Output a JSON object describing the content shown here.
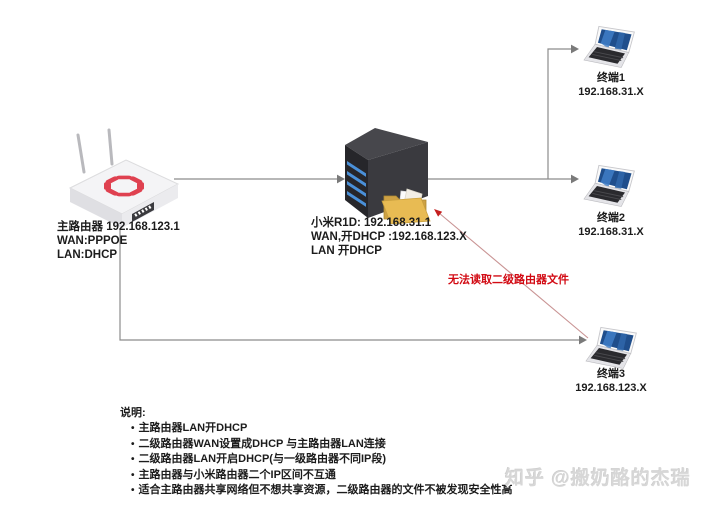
{
  "diagram": {
    "nodes": {
      "main_router": {
        "label_line1": "主路由器 192.168.123.1",
        "label_line2": "WAN:PPPOE",
        "label_line3": "LAN:DHCP"
      },
      "secondary_router": {
        "label_line1": "小米R1D: 192.168.31.1",
        "label_line2": "WAN,开DHCP :192.168.123.X",
        "label_line3": "LAN 开DHCP"
      },
      "terminal1": {
        "name": "终端1",
        "ip": "192.168.31.X"
      },
      "terminal2": {
        "name": "终端2",
        "ip": "192.168.31.X"
      },
      "terminal3": {
        "name": "终端3",
        "ip": "192.168.123.X"
      }
    },
    "annotation": {
      "text": "无法读取二级路由器文件"
    },
    "notes": {
      "title": "说明:",
      "bullet": "•",
      "items": [
        "主路由器LAN开DHCP",
        "二级路由器WAN设置成DHCP 与主路由器LAN连接",
        "二级路由器LAN开启DHCP(与一级路由器不同IP段)",
        "主路由器与小米路由器二个IP区间不互通",
        "适合主路由器共享网络但不想共享资源，二级路由器的文件不被发现安全性高"
      ]
    },
    "watermark": "知乎 @搬奶酪的杰瑞",
    "colors": {
      "line_gray": "#8c8c8c",
      "arrow_gray": "#7a7a7a",
      "error_red": "#d20a13",
      "error_line_pink": "#c99494",
      "router_accent_red": "#df4150",
      "server_bay_blue": "#4a90d8",
      "folder_yellow": "#e8bb53",
      "laptop_screen_blue": "#1f4e8c",
      "watermark_gray": "#d7d7d7",
      "text_dark": "#1c1c1c",
      "background": "#ffffff"
    }
  }
}
